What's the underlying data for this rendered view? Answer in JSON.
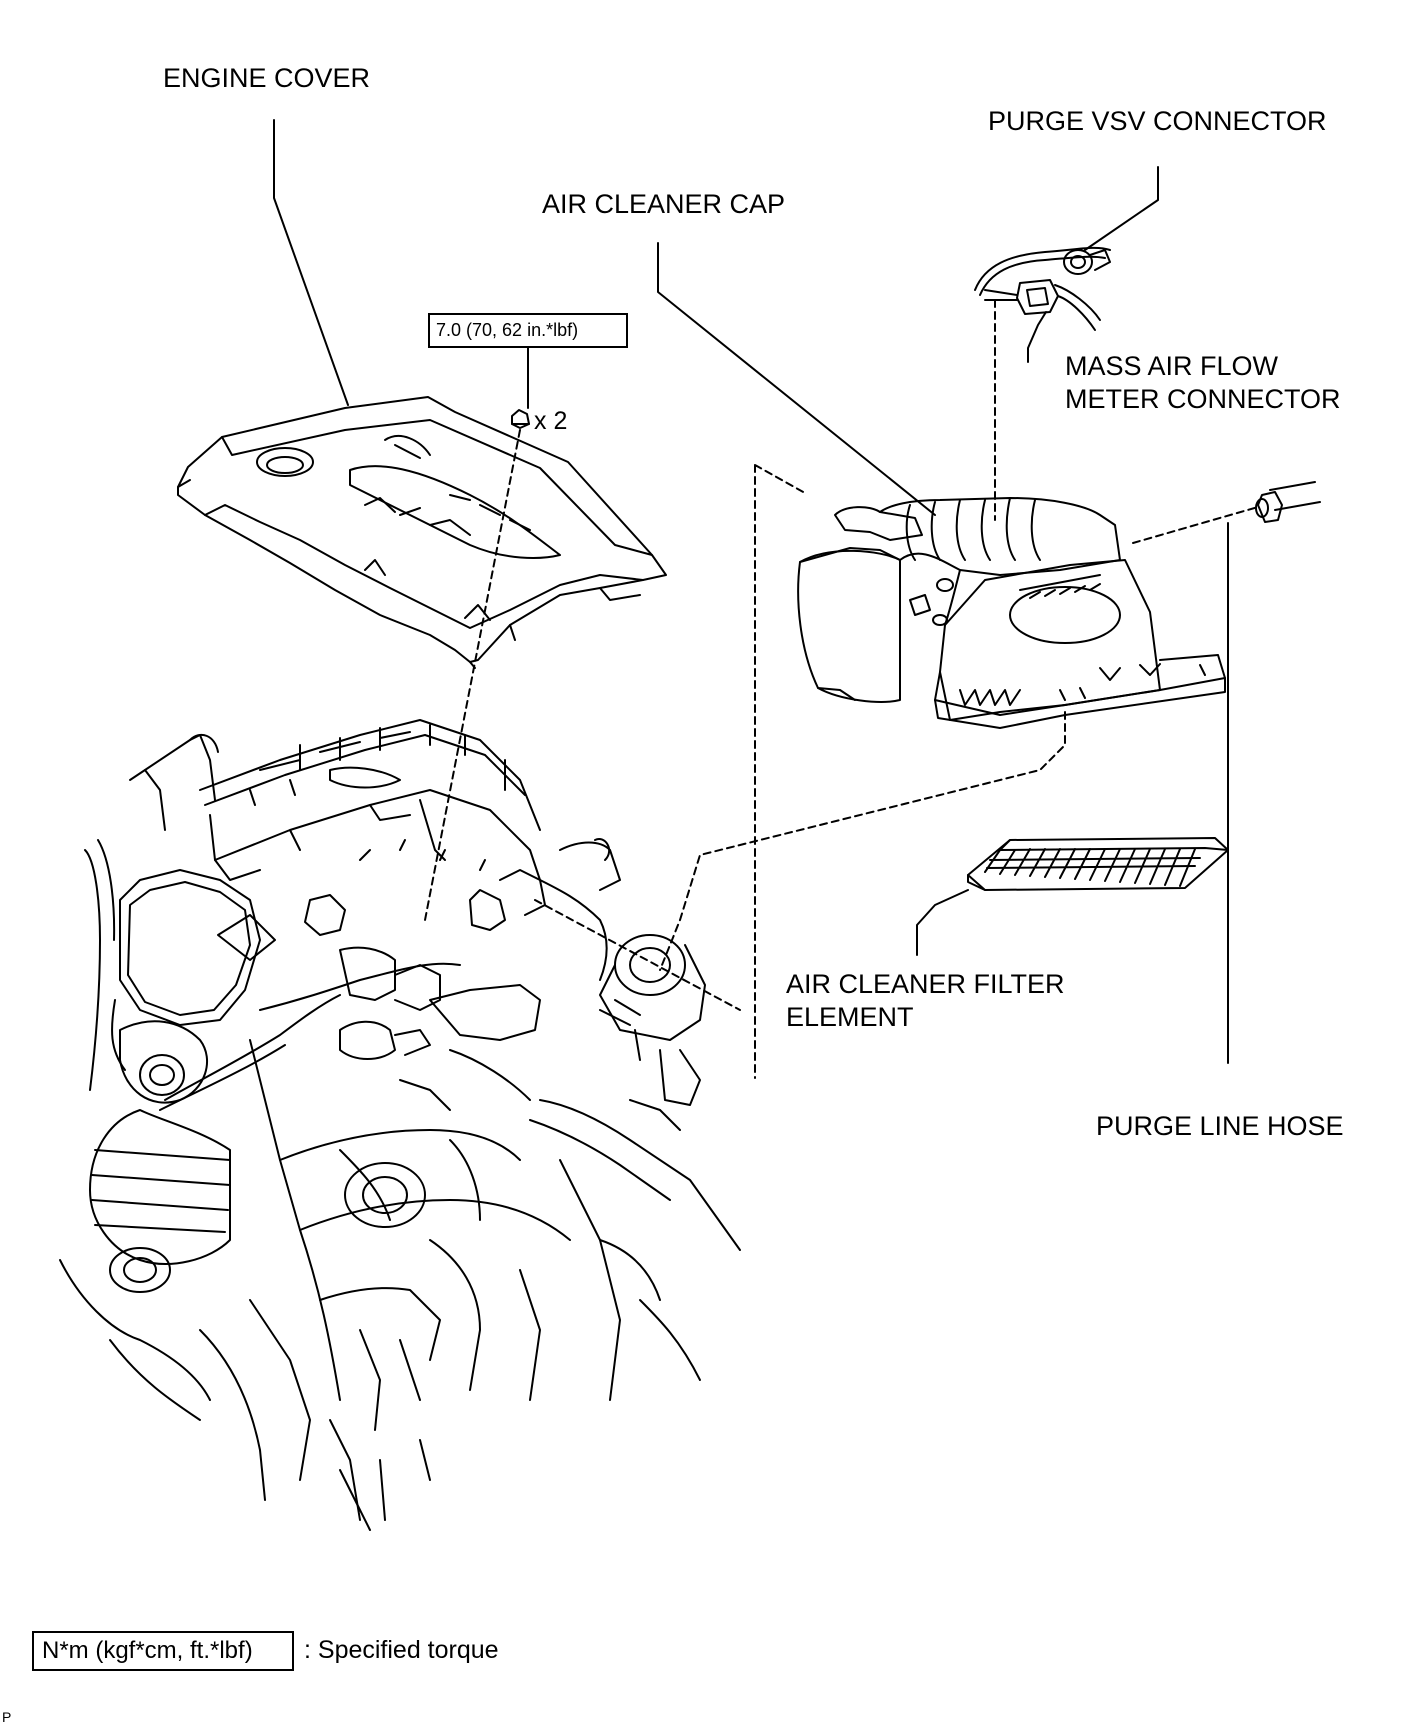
{
  "labels": {
    "engine_cover": "ENGINE COVER",
    "purge_vsv_connector": "PURGE VSV CONNECTOR",
    "air_cleaner_cap": "AIR CLEANER CAP",
    "mass_air_flow_line1": "MASS AIR FLOW",
    "mass_air_flow_line2": "METER CONNECTOR",
    "air_cleaner_filter_line1": "AIR CLEANER FILTER",
    "air_cleaner_filter_line2": "ELEMENT",
    "purge_line_hose": "PURGE LINE HOSE"
  },
  "torque": {
    "value": "7.0 (70, 62 in.*lbf)",
    "quantity": "x 2"
  },
  "legend": {
    "units": "N*m (kgf*cm, ft.*lbf)",
    "description": ": Specified torque"
  },
  "corner_mark": "P"
}
